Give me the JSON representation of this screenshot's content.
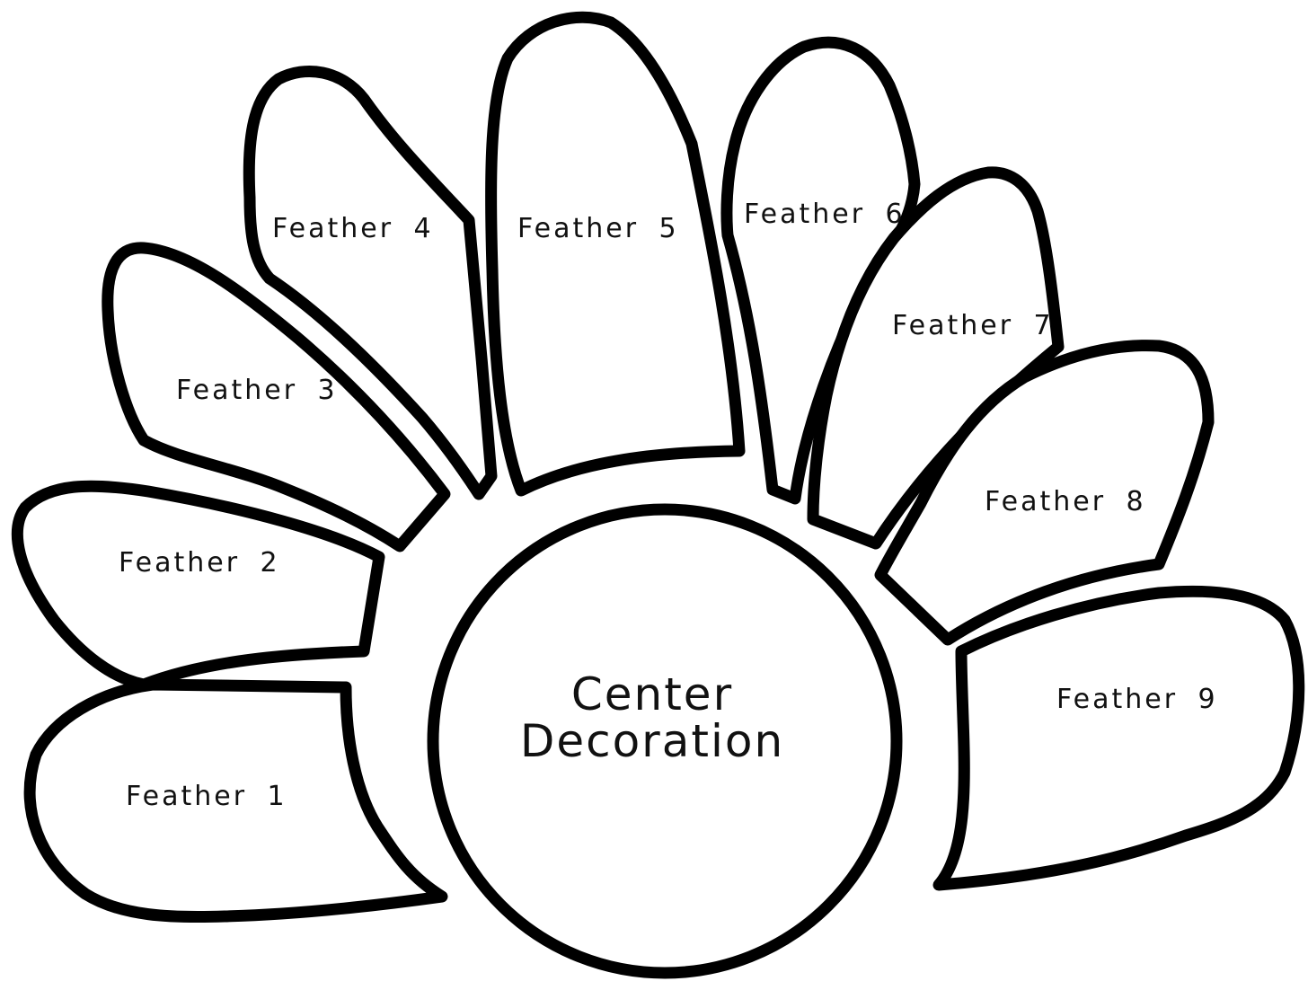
{
  "feathers": [
    {
      "label": "Feather 1"
    },
    {
      "label": "Feather 2"
    },
    {
      "label": "Feather 3"
    },
    {
      "label": "Feather 4"
    },
    {
      "label": "Feather 5"
    },
    {
      "label": "Feather 6"
    },
    {
      "label": "Feather 7"
    },
    {
      "label": "Feather 8"
    },
    {
      "label": "Feather 9"
    }
  ],
  "center": {
    "line1": "Center",
    "line2": "Decoration"
  }
}
